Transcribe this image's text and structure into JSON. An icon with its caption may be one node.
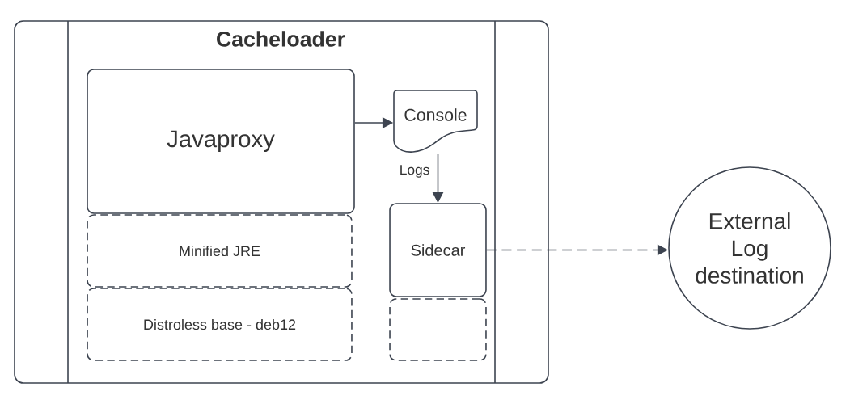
{
  "diagram": {
    "nodes": [
      {
        "text": [
          "Cacheloader"
        ]
      },
      {
        "text": [
          "Javaproxy"
        ],
        "in": 0
      },
      {
        "text": [
          "Minified JRE"
        ],
        "in": 0
      },
      {
        "text": [
          "Distroless base - deb12"
        ],
        "in": 0
      },
      {
        "text": [
          "Console"
        ],
        "in": 0
      },
      {
        "text": [
          "Sidecar"
        ],
        "in": 0
      },
      {
        "text": [],
        "shape": "box",
        "in": 0
      },
      {
        "text": [
          "External Log destination"
        ]
      }
    ],
    "edges": [
      {
        "from": 1,
        "to": 4,
        "arrow": "to"
      },
      {
        "from": 4,
        "to": 5,
        "arrow": "to",
        "label": "Logs"
      },
      {
        "from": 5,
        "to": 7,
        "arrow": "to",
        "style": "dashed"
      }
    ]
  }
}
